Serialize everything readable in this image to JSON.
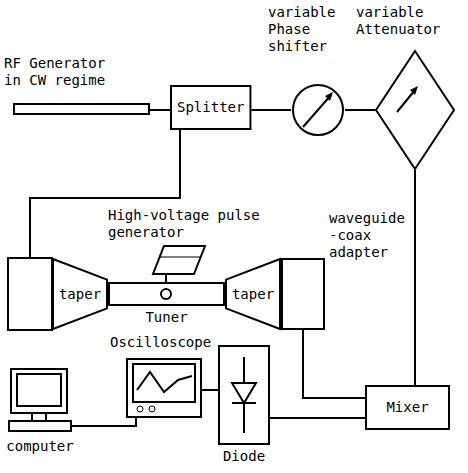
{
  "diagram": {
    "nodes": [
      {
        "text": [
          "RF Generator in CW regime"
        ]
      },
      {
        "text": [
          "Splitter"
        ]
      },
      {
        "text": [
          "variable Phase shifter"
        ]
      },
      {
        "text": [
          "variable Attenuator"
        ]
      },
      {
        "text": [
          "High-voltage pulse generator"
        ]
      },
      {
        "text": [
          "taper"
        ]
      },
      {
        "text": [
          "Tuner"
        ]
      },
      {
        "text": [
          "taper"
        ]
      },
      {
        "text": [
          "waveguide -coax adapter"
        ]
      },
      {
        "text": [
          "Oscilloscope"
        ]
      },
      {
        "text": [
          "Mixer"
        ]
      },
      {
        "text": [
          "Diode"
        ]
      },
      {
        "text": [
          "computer"
        ]
      }
    ],
    "edges": [
      {
        "from": 0,
        "to": 1,
        "arrow": "none"
      },
      {
        "from": 1,
        "to": 2,
        "arrow": "none"
      },
      {
        "from": 2,
        "to": 3,
        "arrow": "none"
      },
      {
        "from": 4,
        "to": 6,
        "arrow": "none"
      },
      {
        "from": 8,
        "to": 10,
        "arrow": "none"
      },
      {
        "from": 3,
        "to": 10,
        "arrow": "none"
      },
      {
        "from": 10,
        "to": 11,
        "arrow": "none"
      },
      {
        "from": 11,
        "to": 9,
        "arrow": "none"
      },
      {
        "from": 9,
        "to": 12,
        "arrow": "none"
      }
    ]
  }
}
